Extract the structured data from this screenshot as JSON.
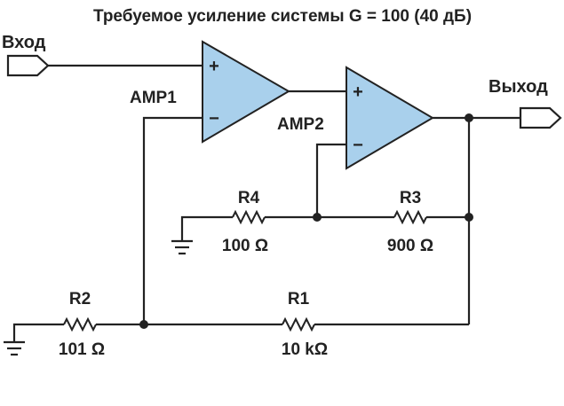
{
  "title": "Требуемое усиление системы G = 100 (40 дБ)",
  "ports": {
    "input": "Вход",
    "output": "Выход"
  },
  "amplifiers": [
    {
      "name": "AMP1",
      "plus": "+",
      "minus": "−"
    },
    {
      "name": "AMP2",
      "plus": "+",
      "minus": "−"
    }
  ],
  "resistors": [
    {
      "name": "R1",
      "value": "10 kΩ"
    },
    {
      "name": "R2",
      "value": "101 Ω"
    },
    {
      "name": "R3",
      "value": "900 Ω"
    },
    {
      "name": "R4",
      "value": "100 Ω"
    }
  ],
  "colors": {
    "amp_fill": "#a9d0ec",
    "line": "#222222"
  }
}
